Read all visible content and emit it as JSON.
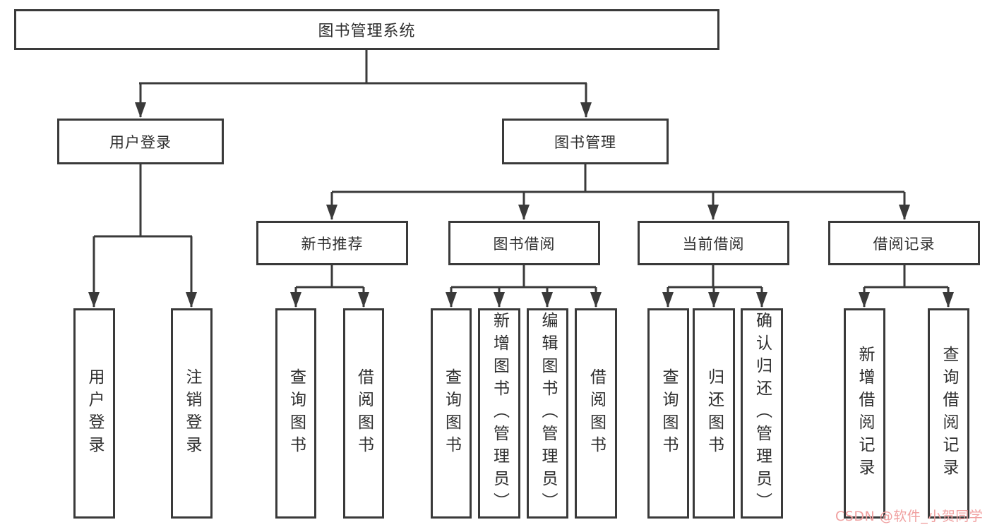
{
  "colors": {
    "line": "#3A3A3A",
    "text": "#2F2F2F",
    "background": "#FFFFFF",
    "watermark": "#F0A0A0"
  },
  "diagram": {
    "root": {
      "label": "图书管理系统"
    },
    "branches": [
      {
        "label": "用户登录",
        "children": [
          "用户登录",
          "注销登录"
        ]
      },
      {
        "label": "图书管理",
        "groups": [
          {
            "label": "新书推荐",
            "children": [
              "查询图书",
              "借阅图书"
            ]
          },
          {
            "label": "图书借阅",
            "children": [
              "查询图书",
              "新增图书（管理员）",
              "编辑图书（管理员）",
              "借阅图书"
            ]
          },
          {
            "label": "当前借阅",
            "children": [
              "查询图书",
              "归还图书",
              "确认归还（管理员）"
            ]
          },
          {
            "label": "借阅记录",
            "children": [
              "新增借阅记录",
              "查询借阅记录"
            ]
          }
        ]
      }
    ]
  },
  "watermark": {
    "text": "CSDN @软件_小贺同学"
  }
}
